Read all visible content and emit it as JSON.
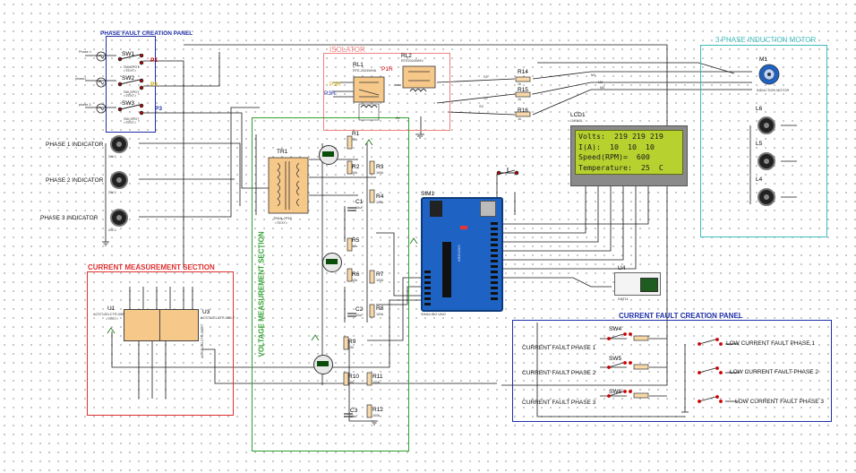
{
  "panels": {
    "phase_fault": "PHASE FAULT CREATION PANEL",
    "isolator": "ISOLATOR",
    "motor_section": "3 PHASE INDUCTION MOTOR",
    "current_measurement": "CURRENT MEASUREMENT SECTION",
    "voltage_measurement": "VOLTAGE MEASUREMENT SECTION",
    "current_fault": "CURRENT FAULT CREATION PANEL"
  },
  "colors": {
    "blue_panel": "#1f2fa8",
    "isolator": "#f08080",
    "motor_panel": "#3cbcbc",
    "current_meas": "#e03030",
    "voltage_meas": "#2fa02f",
    "arduino": "#1e63c4",
    "lcd_screen": "#b7d12f",
    "wire": "#1a1a1a"
  },
  "phase_inputs": [
    {
      "label": "Phase 1",
      "switch": "SW1",
      "tag": "P1"
    },
    {
      "label": "phase2",
      "switch": "SW2",
      "tag": "P2"
    },
    {
      "label": "phase 3",
      "switch": "SW3",
      "tag": "P3"
    }
  ],
  "switch_part": "SW-SPDT",
  "indicators": [
    "PHASE 1 INDICATOR",
    "PHASE 2 INDICATOR",
    "PHASE 3 INDICATOR"
  ],
  "indicator_part": "2W-1",
  "isolator": {
    "relays": [
      {
        "ref": "RL1",
        "part": "RTE-2024WHA"
      },
      {
        "ref": "RL2",
        "part": "RTE2024WHV"
      }
    ],
    "pins": [
      "P1R",
      "P2R",
      "P3R"
    ]
  },
  "transformer": {
    "ref": "TR1",
    "part": "TRAN-2P3S"
  },
  "text_placeholder": "<TEXT>",
  "resistors_right": [
    {
      "ref": "R14",
      "value": "1k"
    },
    {
      "ref": "R15",
      "value": "1k"
    },
    {
      "ref": "R16",
      "value": "1k"
    }
  ],
  "wire_labels": [
    "S1",
    "S2",
    "S3",
    "M1",
    "M2",
    "M3",
    "AV"
  ],
  "motor": {
    "ref": "M1",
    "part": "INDUCTION MOTOR",
    "lamps": [
      "L5",
      "L6",
      "L4"
    ]
  },
  "lcd": {
    "ref": "LCD1",
    "part": "LM016L",
    "rows": [
      "Volts:  219 219 219",
      "I(A):  10  10  10",
      "Speed(RPM)=  600",
      "Temperature:  25  C"
    ]
  },
  "arduino": {
    "ref": "SIM1",
    "part": "SIMULINO UNO",
    "text": "ARDUINO"
  },
  "sensor": {
    "ref": "U4",
    "part": "DHT11"
  },
  "voltage_section": {
    "resistors": [
      {
        "ref": "R1",
        "value": "10k"
      },
      {
        "ref": "R2",
        "value": "10k"
      },
      {
        "ref": "R3",
        "value": "100k"
      },
      {
        "ref": "R4",
        "value": "100k"
      },
      {
        "ref": "R5",
        "value": "10k"
      },
      {
        "ref": "R6",
        "value": "10k"
      },
      {
        "ref": "R7",
        "value": "100k"
      },
      {
        "ref": "R8",
        "value": "100k"
      },
      {
        "ref": "R9",
        "value": "10k"
      },
      {
        "ref": "R10",
        "value": "10k"
      },
      {
        "ref": "R11",
        "value": "100k"
      },
      {
        "ref": "R12",
        "value": "100k"
      }
    ],
    "capacitors": [
      {
        "ref": "C1",
        "value": "10uF"
      },
      {
        "ref": "C2",
        "value": "10uF"
      },
      {
        "ref": "C3",
        "value": "10uF"
      }
    ]
  },
  "current_section": {
    "chips": [
      {
        "ref": "U1",
        "part": "ACS712ELCTR-05B-T"
      },
      {
        "ref": "U3",
        "part": "ACS712ELCTR-05B-T"
      }
    ],
    "extra_part": "ACS712ELCTR-05B-T"
  },
  "current_fault": {
    "rows": [
      {
        "label": "CURRENT FAULT PHASE 1",
        "switch": "SW4",
        "low": "LOW CURRENT FAULT PHASE 1"
      },
      {
        "label": "CURRENT FAULT PHASE 2",
        "switch": "SW5",
        "low": "LOW CURRENT FAULT PHASE 2"
      },
      {
        "label": "CURRENT FAULT PHASE 3",
        "switch": "SW6",
        "low": "LOW CURRENT FAULT PHASE 3"
      }
    ]
  }
}
